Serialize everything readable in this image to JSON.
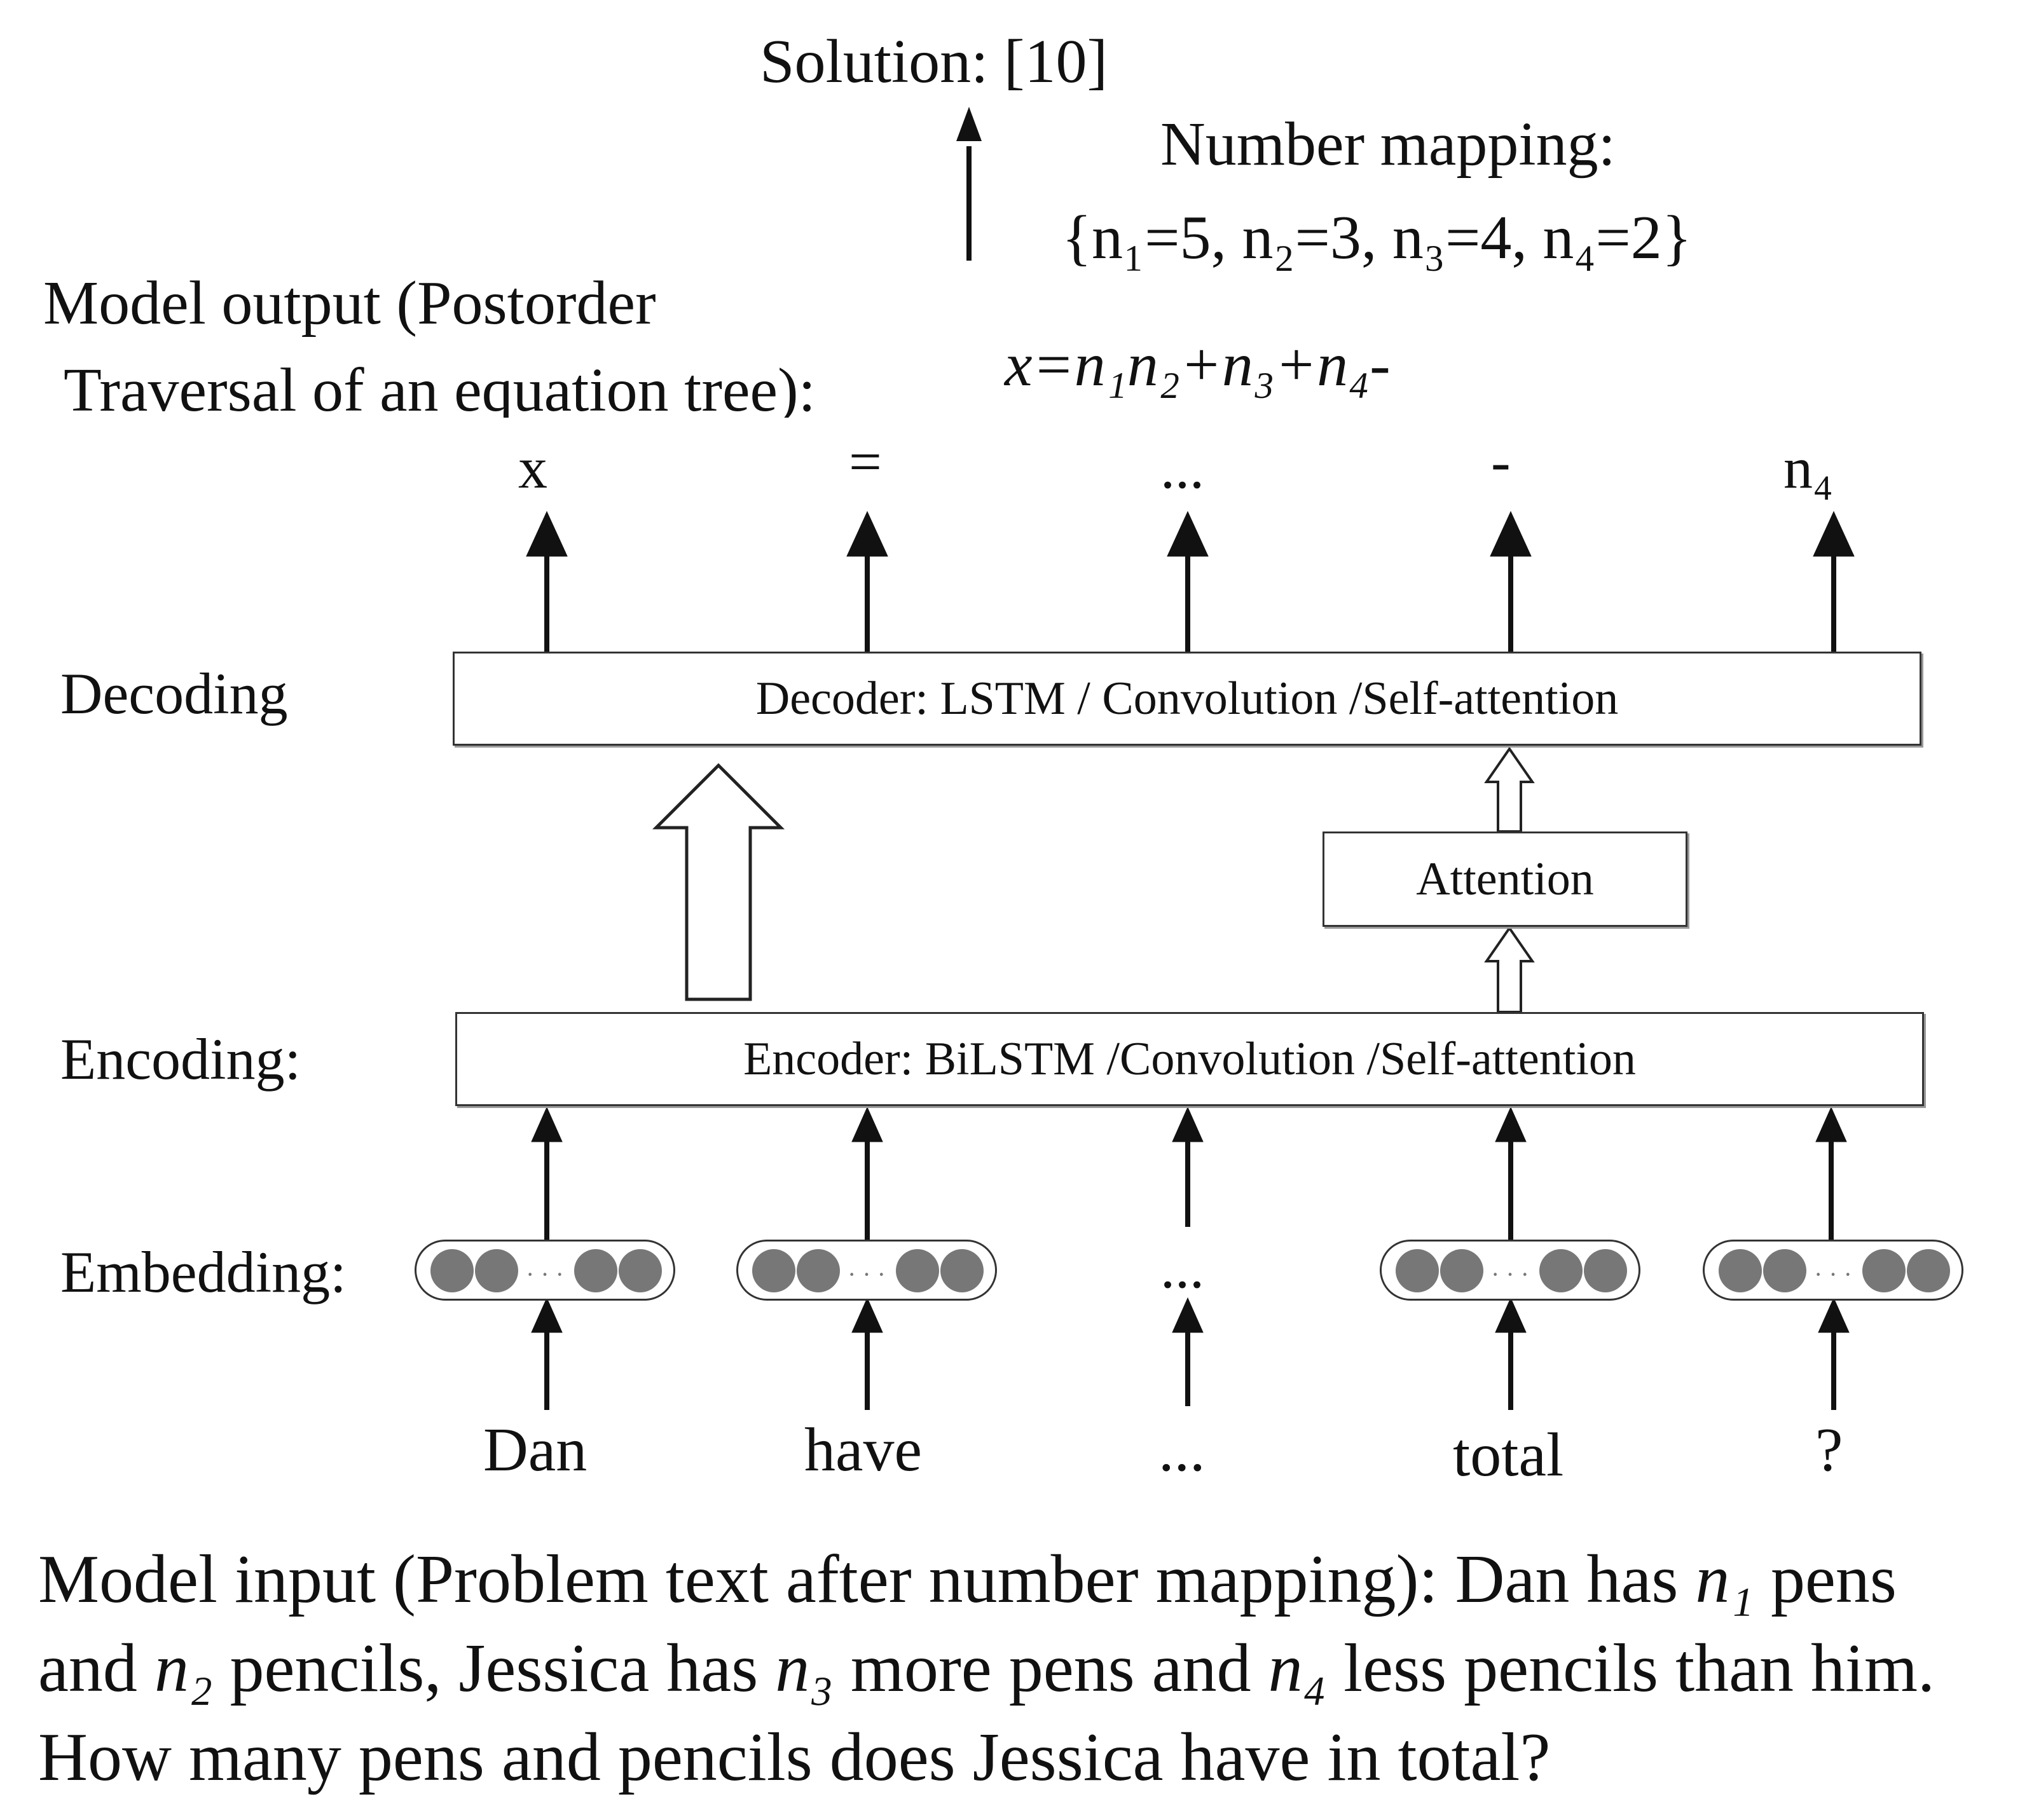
{
  "solution": "Solution: [10]",
  "mapping": {
    "label": "Number mapping:",
    "values": "{n₁=5, n₂=3, n₃=4, n₄=2}"
  },
  "output": {
    "label_line1": "Model output (Postorder",
    "label_line2": "Traversal of an equation tree):",
    "equation": "x=n₁n₂+n₃+n₄-",
    "tokens": [
      "x",
      "=",
      "...",
      "-",
      "n₄"
    ]
  },
  "layers": {
    "decoding_label": "Decoding",
    "decoder_text": "Decoder: LSTM / Convolution /Self-attention",
    "attention_text": "Attention",
    "encoding_label": "Encoding:",
    "encoder_text": "Encoder: BiLSTM /Convolution /Self-attention",
    "embedding_label": "Embedding:",
    "embedding_ellipsis": "..."
  },
  "input_words": [
    "Dan",
    "have",
    "...",
    "total",
    "?"
  ],
  "model_input": {
    "prefix": "Model input (Problem text after number mapping): Dan has ",
    "n1": "n₁",
    "part2": " pens and ",
    "n2": "n₂",
    "part3": " pencils, Jessica has ",
    "n3": "n₃",
    "part4": " more pens and ",
    "n4": "n₄",
    "part5": " less pencils than him. How many pens and pencils does Jessica have in total?"
  }
}
